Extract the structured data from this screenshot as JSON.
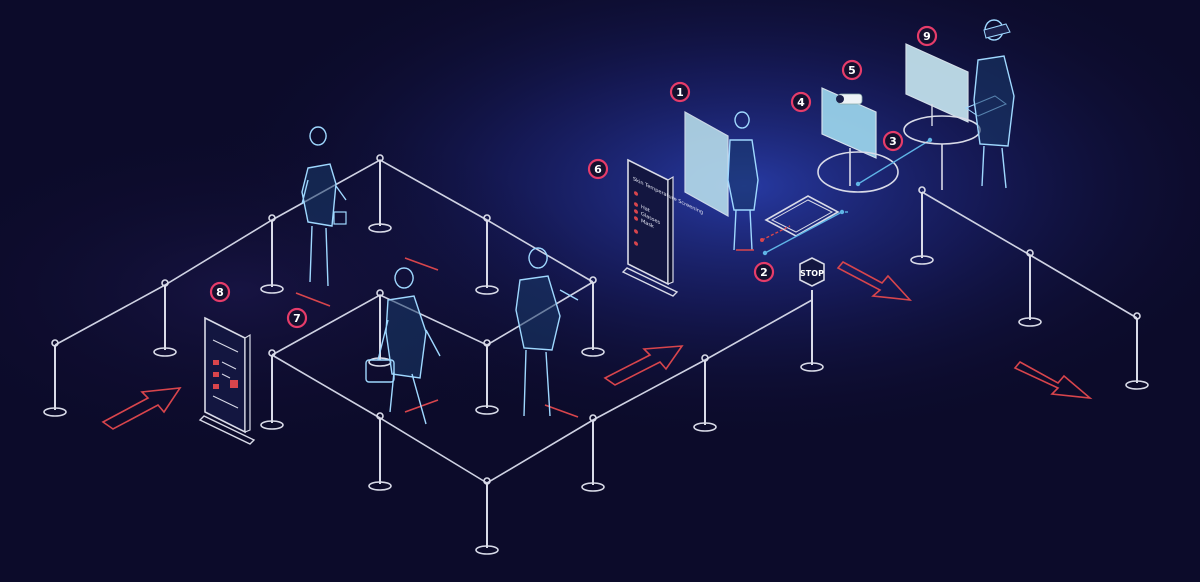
{
  "badges": {
    "b1": "1",
    "b2": "2",
    "b3": "3",
    "b4": "4",
    "b5": "5",
    "b6": "6",
    "b7": "7",
    "b8": "8",
    "b9": "9"
  },
  "stop_sign": {
    "label": "STOP"
  },
  "screening_sign": {
    "title": "Skin Temperature Screening",
    "items": [
      "Hat",
      "Glasses",
      "Mask"
    ]
  },
  "colors": {
    "background": "#0c0b2a",
    "glow": "#2a3fb0",
    "line": "#d9dbe8",
    "figure": "#9fd8ff",
    "accent_red": "#d8454c",
    "badge_ring": "#e63c6a",
    "panel": "#bfe6f0"
  }
}
